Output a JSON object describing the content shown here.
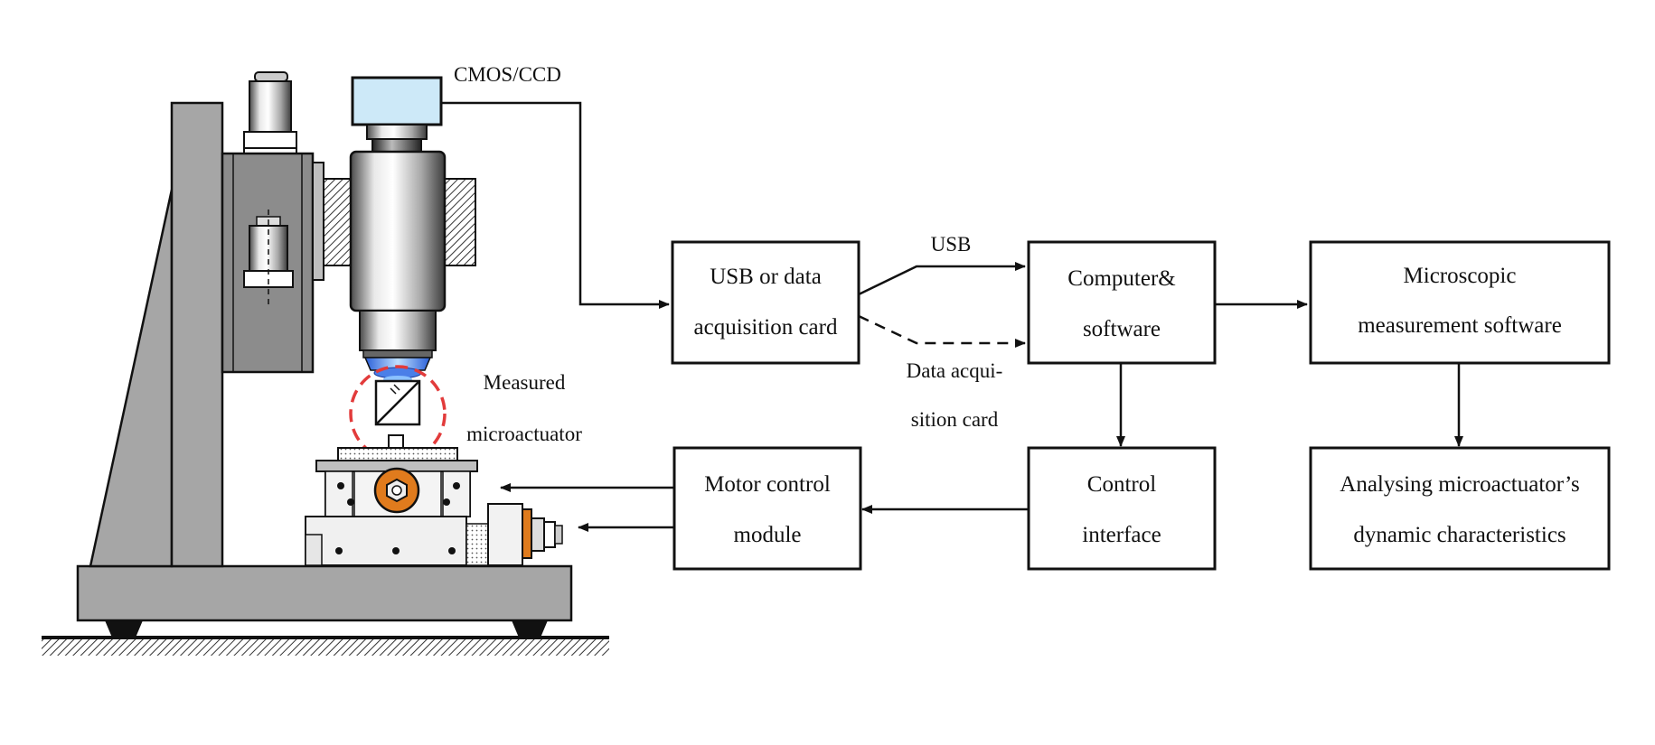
{
  "labels": {
    "camera": "CMOS/CCD",
    "usb": "USB",
    "daq_line1": "Data acqui-",
    "daq_line2": "sition card",
    "sample_line1": "Measured",
    "sample_line2": "microactuator"
  },
  "boxes": {
    "usb_card": [
      "USB or data",
      "acquisition card"
    ],
    "computer": [
      "Computer&",
      "software"
    ],
    "micro_software": [
      "Microscopic",
      "measurement software"
    ],
    "motor_control": [
      "Motor control",
      "module"
    ],
    "control_interface": [
      "Control",
      "interface"
    ],
    "analysing": [
      "Analysing microactuator’s",
      "dynamic characteristics"
    ]
  },
  "colors": {
    "frame": "#a6a6a6",
    "camera_body": "#cde9f8",
    "focus_ring": "#e23b3b",
    "motor": "#e07b1d",
    "ink": "#111111"
  }
}
